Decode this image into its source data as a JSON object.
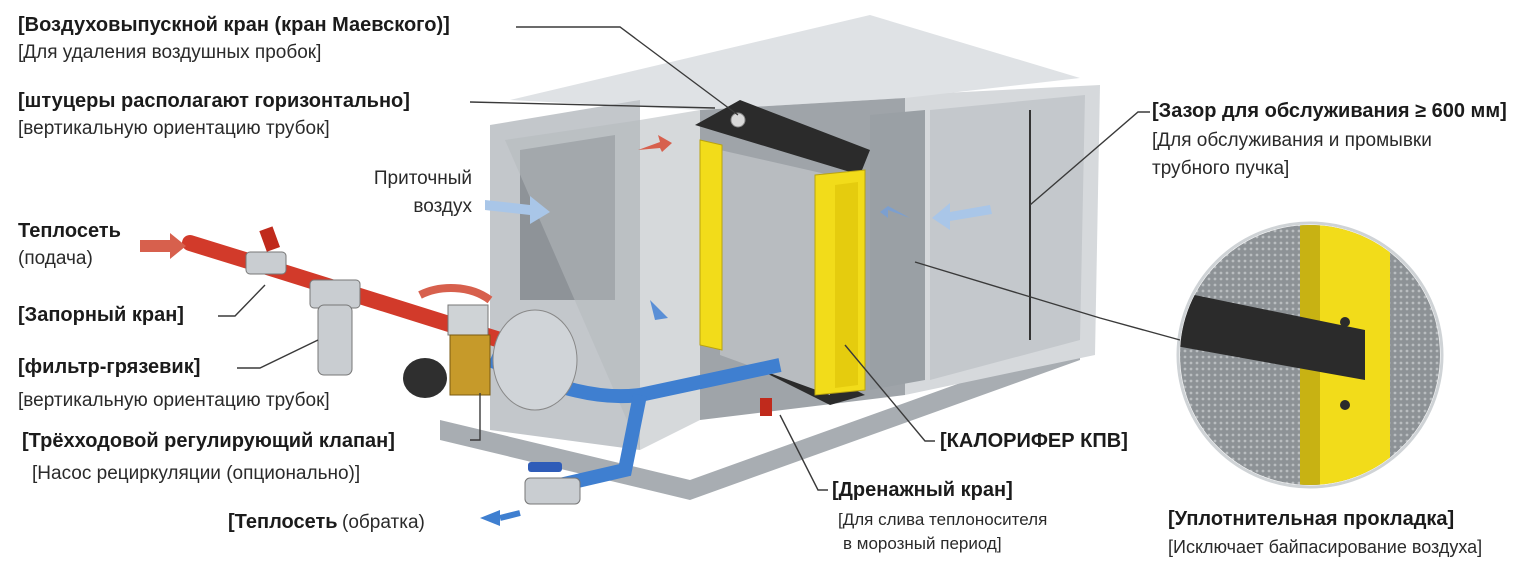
{
  "labels": {
    "mayevsky_title": "[Воздуховыпускной кран (кран Маевского)]",
    "mayevsky_sub": "[Для удаления воздушных пробок]",
    "fittings_title": "[штуцеры располагают горизонтально]",
    "fittings_sub": "[вертикальную ориентацию трубок]",
    "supply_air_1": "Приточный",
    "supply_air_2": "воздух",
    "heating_supply_1": "Теплосеть",
    "heating_supply_2": "(подача)",
    "shutoff_valve": "[Запорный кран]",
    "mud_filter": "[фильтр-грязевик]",
    "filter_sub": "[вертикальную ориентацию трубок]",
    "three_way_valve": "[Трёхходовой регулирующий клапан]",
    "recirc_pump": "[Насос рециркуляции (опционально)]",
    "return_bold": "[Теплосеть",
    "return_normal": "(обратка)",
    "heater": "[КАЛОРИФЕР КПВ]",
    "drain_title": "[Дренажный кран]",
    "drain_sub_1": "[Для слива теплоносителя",
    "drain_sub_2": "в морозный период]",
    "clearance_title": "[Зазор для обслуживания ≥ 600 мм]",
    "clearance_sub_1": "[Для обслуживания и промывки",
    "clearance_sub_2": "трубного пучка]",
    "seal_title": "[Уплотнительная прокладка]",
    "seal_sub": "[Исключает байпасирование воздуха]"
  },
  "colors": {
    "supply_pipe": "#d23a2a",
    "return_pipe": "#3f7fd0",
    "heater_frame": "#f2dc1a",
    "casing": "#c9cdd1",
    "airflow_arrow": "#a9c6e8"
  }
}
